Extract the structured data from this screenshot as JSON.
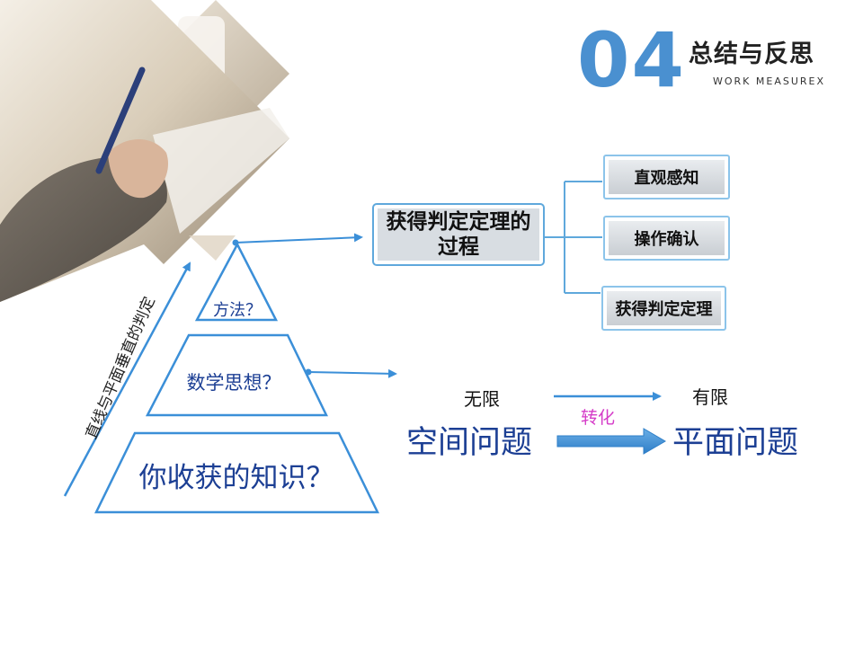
{
  "header": {
    "section_number": "04",
    "title": "总结与反思",
    "subtitle": "WORK MEASUREX"
  },
  "pyramid": {
    "top_label": "方法？",
    "middle_label": "数学思想？",
    "bottom_label": "你收获的知识？",
    "side_label": "直线与平面垂直的判定"
  },
  "process": {
    "main_box": "获得判定定理的过程",
    "steps": [
      "直观感知",
      "操作确认",
      "获得判定定理"
    ]
  },
  "conversion": {
    "infinite_label": "无限",
    "finite_label": "有限",
    "space_problem": "空间问题",
    "plane_problem": "平面问题",
    "transform_label": "转化"
  },
  "colors": {
    "accent_blue": "#4a90d0",
    "line_blue": "#3b8fd8",
    "text_navy": "#1c3f94",
    "magenta": "#d53cc8"
  }
}
